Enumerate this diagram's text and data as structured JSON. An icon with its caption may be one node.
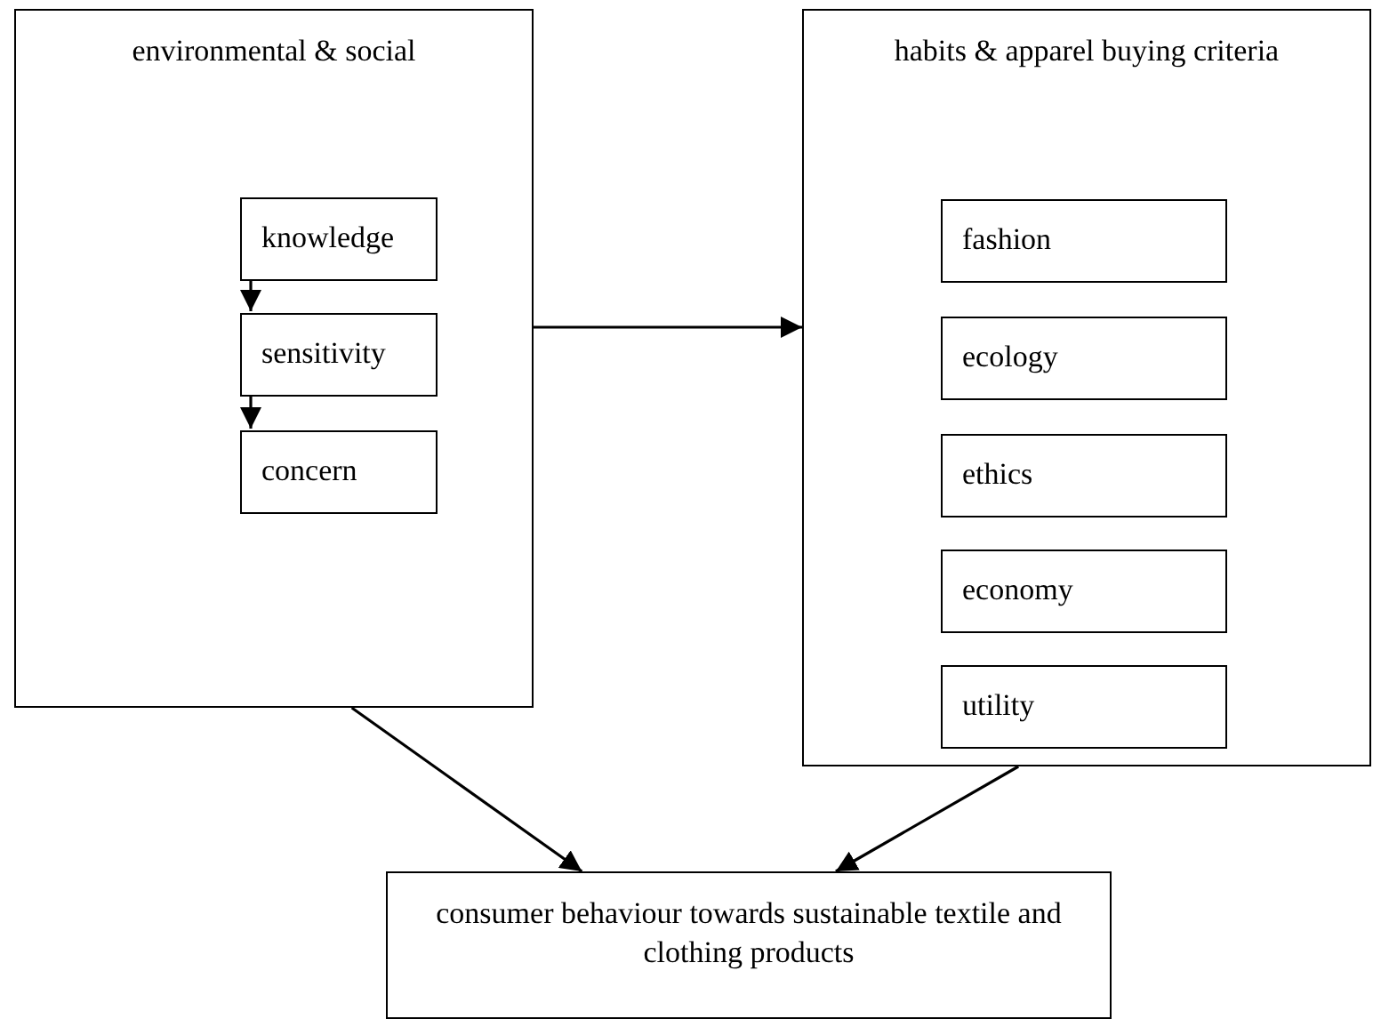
{
  "diagram": {
    "nodes": [
      {
        "text": [
          "environmental & social"
        ]
      },
      {
        "text": [
          "knowledge"
        ],
        "in": 0
      },
      {
        "text": [
          "sensitivity"
        ],
        "in": 0
      },
      {
        "text": [
          "concern"
        ],
        "in": 0
      },
      {
        "text": [
          "habits & apparel buying criteria"
        ]
      },
      {
        "text": [
          "fashion"
        ],
        "in": 4
      },
      {
        "text": [
          "ecology"
        ],
        "in": 4
      },
      {
        "text": [
          "ethics"
        ],
        "in": 4
      },
      {
        "text": [
          "economy"
        ],
        "in": 4
      },
      {
        "text": [
          "utility"
        ],
        "in": 4
      },
      {
        "text": [
          "consumer behaviour towards sustainable textile and clothing products"
        ]
      }
    ],
    "edges": [
      {
        "from": 1,
        "to": 2,
        "arrow": "to"
      },
      {
        "from": 2,
        "to": 3,
        "arrow": "to"
      },
      {
        "from": 0,
        "to": 4,
        "arrow": "to"
      },
      {
        "from": 0,
        "to": 10,
        "arrow": "to"
      },
      {
        "from": 4,
        "to": 10,
        "arrow": "to"
      }
    ]
  }
}
